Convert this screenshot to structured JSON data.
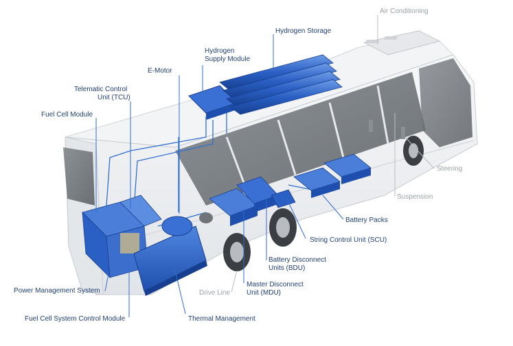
{
  "labels": {
    "air_conditioning": "Air Conditioning",
    "hydrogen_storage": "Hydrogen Storage",
    "hydrogen_supply_line1": "Hydrogen",
    "hydrogen_supply_line2": "Supply Module",
    "e_motor": "E-Motor",
    "tcu_line1": "Telematic Control",
    "tcu_line2": "Unit (TCU)",
    "fuel_cell_module": "Fuel Cell Module",
    "steering": "Steering",
    "suspension": "Suspension",
    "battery_packs": "Battery Packs",
    "scu": "String Control Unit (SCU)",
    "bdu_line1": "Battery Disconnect",
    "bdu_line2": "Units (BDU)",
    "mdu_line1": "Master Disconnect",
    "mdu_line2": "Unit (MDU)",
    "drive_line": "Drive Line",
    "power_management": "Power Management System",
    "fcscm": "Fuel Cell System Control Module",
    "thermal_management": "Thermal Management"
  },
  "colors": {
    "label_blue": "#1f3e73",
    "label_gray": "#9aa0a6",
    "component_blue": "#2a63c9",
    "component_dark": "#1a3f8f",
    "leader_blue": "#2f6fd1",
    "bus_body": "#eceef1",
    "bus_outline": "#c7cbd1",
    "window": "#6e7378"
  }
}
